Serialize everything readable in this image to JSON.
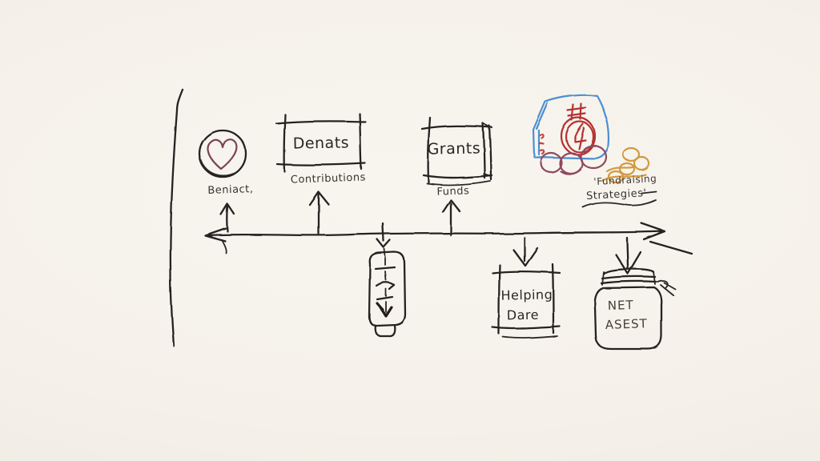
{
  "canvas": {
    "background": "#f5f1ea",
    "ink": "#262220"
  },
  "colors": {
    "heart": "#7b4450",
    "scribble_blue": "#4e8fd0",
    "scribble_crimson": "#b53131",
    "scribble_red_marks": "#c4453a",
    "scribble_maroon": "#8e4a5e",
    "scribble_orange": "#d29a3f"
  },
  "nodes": {
    "donors": {
      "icon": "heart-coin-icon",
      "caption": "Beniact,"
    },
    "donations": {
      "label": "Denats",
      "caption": "Contributions"
    },
    "grants": {
      "label": "Grants",
      "caption": "Funds"
    },
    "fundraising": {
      "icon": "colorful-scribble-icon",
      "caption_line1": "'Fundraising",
      "caption_line2": "Strategies'"
    },
    "collection_capsule": {
      "icon": "capsule-with-dashed-arrow-icon"
    },
    "helping": {
      "label_line1": "Helping",
      "label_line2": "Dare"
    },
    "net_assets": {
      "icon": "mason-jar-icon",
      "label_line1": "NET",
      "label_line2": "ASEST"
    }
  }
}
